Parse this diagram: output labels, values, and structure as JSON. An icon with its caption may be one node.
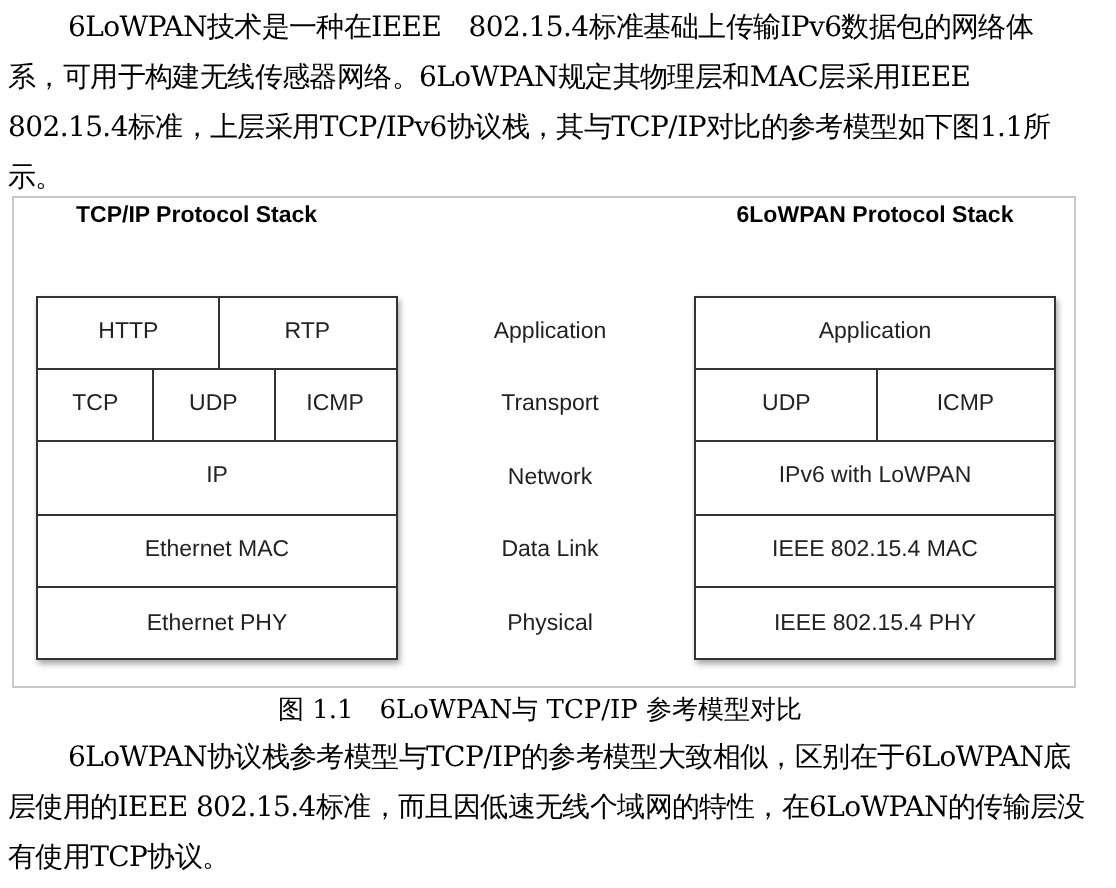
{
  "diagram": {
    "caption": "图 1.1　6LoWPAN与 TCP/IP 参考模型对比",
    "nodes": [
      {
        "text": [
          "TCP/IP Protocol Stack"
        ]
      },
      {
        "text": [
          "HTTP"
        ],
        "in": 0
      },
      {
        "text": [
          "RTP"
        ],
        "in": 0
      },
      {
        "text": [
          "TCP"
        ],
        "in": 0
      },
      {
        "text": [
          "UDP"
        ],
        "in": 0
      },
      {
        "text": [
          "ICMP"
        ],
        "in": 0
      },
      {
        "text": [
          "IP"
        ],
        "in": 0
      },
      {
        "text": [
          "Ethernet MAC"
        ],
        "in": 0
      },
      {
        "text": [
          "Ethernet PHY"
        ],
        "in": 0
      },
      {
        "text": [
          "6LoWPAN Protocol Stack"
        ]
      },
      {
        "text": [
          "Application"
        ],
        "in": 9
      },
      {
        "text": [
          "UDP"
        ],
        "in": 9
      },
      {
        "text": [
          "ICMP"
        ],
        "in": 9
      },
      {
        "text": [
          "IPv6 with LoWPAN"
        ],
        "in": 9
      },
      {
        "text": [
          "IEEE 802.15.4 MAC"
        ],
        "in": 9
      },
      {
        "text": [
          "IEEE 802.15.4 PHY"
        ],
        "in": 9
      }
    ],
    "labels": [
      "6LoWPAN技术是一种在IEEE　802.15.4标准基础上传输IPv6数据包的网络体系，可用于构建无线传感器网络。6LoWPAN规定其物理层和MAC层采用IEEE 802.15.4标准，上层采用TCP/IPv6协议栈，其与TCP/IP对比的参考模型如下图1.1所示。",
      "Application",
      "Transport",
      "Network",
      "Data Link",
      "Physical",
      "6LoWPAN协议栈参考模型与TCP/IP的参考模型大致相似，区别在于6LoWPAN底层使用的IEEE 802.15.4标准，而且因低速无线个域网的特性，在6LoWPAN的传输层没有使用TCP协议。"
    ]
  }
}
